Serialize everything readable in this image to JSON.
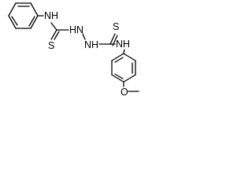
{
  "molecule": {
    "labels": {
      "nh_phenyl": "NH",
      "s_left": "S",
      "hn_hydrazine": "HN",
      "nh_hydrazine": "NH",
      "s_right": "S",
      "nh_anisyl": "NH",
      "o_methoxy": "O"
    }
  }
}
